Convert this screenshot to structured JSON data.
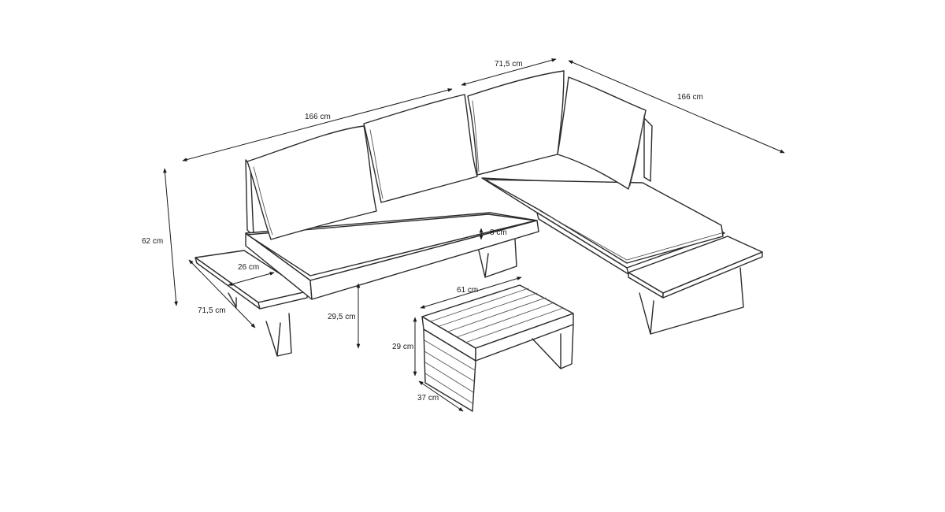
{
  "dimensions": {
    "left_length": "166 cm",
    "corner_depth": "71,5 cm",
    "right_length": "166 cm",
    "total_height": "62 cm",
    "armrest_width": "26 cm",
    "seat_cushion": "8 cm",
    "seat_height": "29,5 cm",
    "side_depth": "71,5 cm",
    "table_length": "61 cm",
    "table_height": "29 cm",
    "table_depth": "37 cm"
  },
  "colors": {
    "line": "#2b2b2b",
    "dimension": "#1a1a1a",
    "background": "#ffffff"
  }
}
